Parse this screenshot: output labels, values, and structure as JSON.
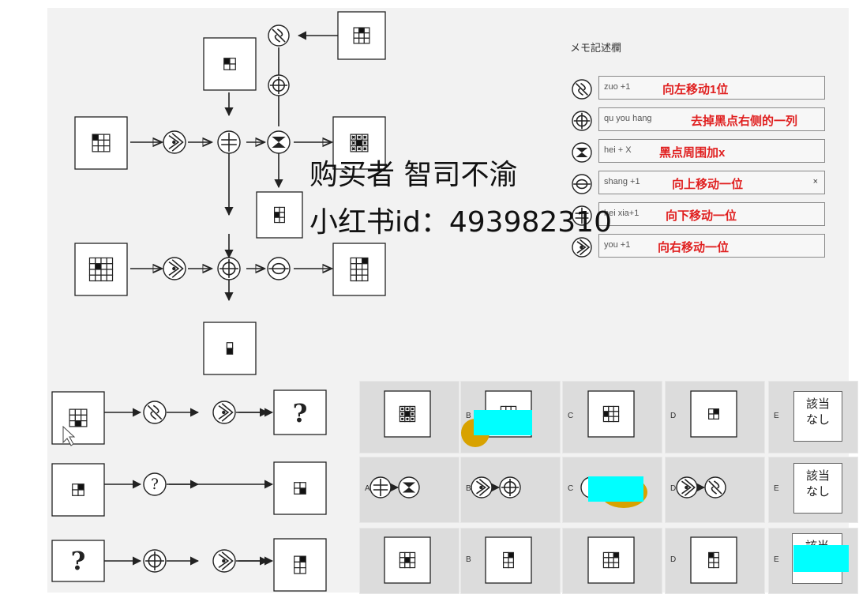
{
  "memo": {
    "title": "メモ記述欄",
    "rows": [
      {
        "icon": "swirl-symbol",
        "note": "zuo +1",
        "meaning": "向左移动1位"
      },
      {
        "icon": "cross-symbol",
        "note": "qu you hang",
        "meaning": "去掉黑点右侧的一列"
      },
      {
        "icon": "hourglass-symbol",
        "note": "hei + X",
        "meaning": "黑点周围加x"
      },
      {
        "icon": "bar-symbol",
        "note": "shang +1",
        "meaning": "向上移动一位",
        "extra": "×"
      },
      {
        "icon": "divide-symbol",
        "note": "hei xia+1",
        "meaning": "向下移动一位"
      },
      {
        "icon": "dot-chevron-symbol",
        "note": "you +1",
        "meaning": "向右移动一位"
      }
    ]
  },
  "watermark": {
    "line1": "购买者 智司不渝",
    "line2": "小红书id：493982310"
  },
  "questions": {
    "unknown": "?",
    "option_letters": [
      "A",
      "B",
      "C",
      "D",
      "E"
    ],
    "none_label_line1": "該当",
    "none_label_line2": "なし"
  }
}
